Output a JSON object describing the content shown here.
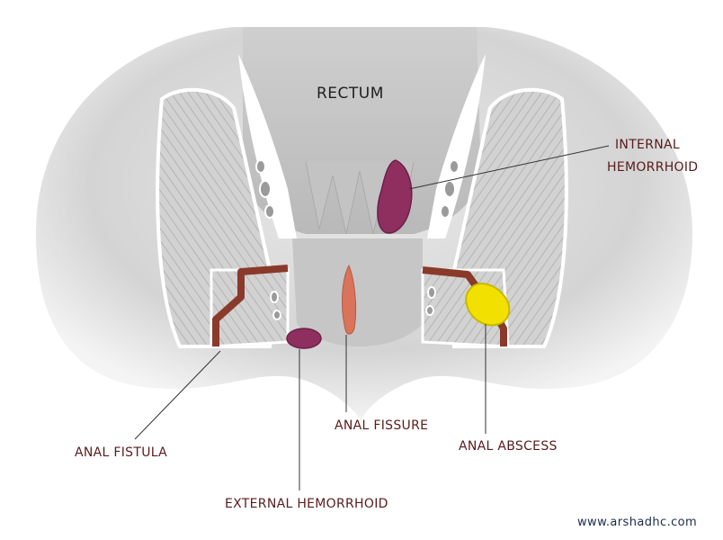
{
  "labels": {
    "rectum": "RECTUM",
    "internal_hemorrhoid_line1": "INTERNAL",
    "internal_hemorrhoid_line2": "HEMORRHOID",
    "anal_fistula": "ANAL FISTULA",
    "anal_fissure": "ANAL FISSURE",
    "anal_abscess": "ANAL ABSCESS",
    "external_hemorrhoid": "EXTERNAL HEMORRHOID"
  },
  "credit": "www.arshadhc.com",
  "colors": {
    "label_text": "#5a1b1b",
    "tissue": "#c9c9c9",
    "fistula": "#8a3a2a",
    "hemorrhoid": "#8e2f5f",
    "fissure": "#d9735a",
    "abscess": "#f2e000"
  }
}
